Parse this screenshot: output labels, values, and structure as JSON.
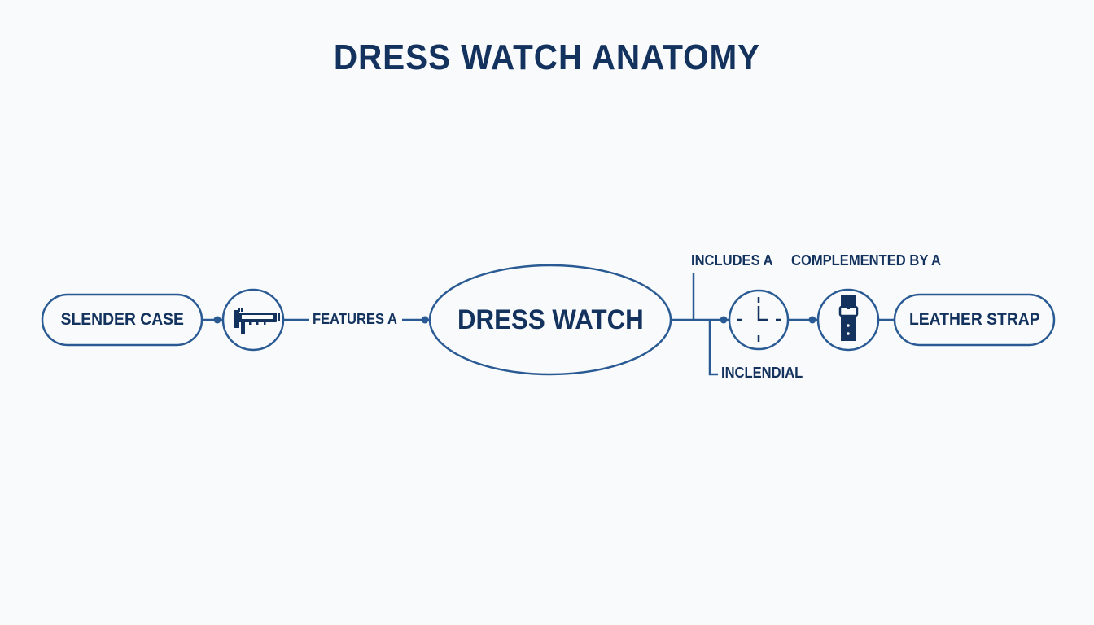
{
  "title": "DRESS WATCH ANATOMY",
  "colors": {
    "primary_dark": "#13325e",
    "line": "#2a5a94",
    "background": "#f8fafb"
  },
  "nodes": {
    "center": {
      "label": "DRESS WATCH",
      "shape": "ellipse"
    },
    "slender_case": {
      "label": "SLENDER CASE",
      "shape": "pill"
    },
    "leather_strap": {
      "label": "LEATHER STRAP",
      "shape": "pill"
    },
    "caliper_icon": {
      "icon": "caliper-icon",
      "shape": "circle"
    },
    "clock_icon": {
      "icon": "clock-icon",
      "shape": "circle"
    },
    "strap_icon": {
      "icon": "watch-strap-icon",
      "shape": "circle"
    }
  },
  "edges": {
    "features": "FEATURES A",
    "includes": "INCLUDES A",
    "complemented": "COMPLEMENTED BY A",
    "dial": "INCLENDIAL"
  }
}
